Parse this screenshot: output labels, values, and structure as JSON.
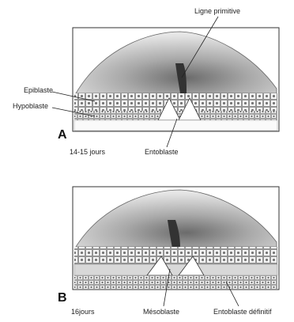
{
  "panel_a": {
    "letter": "A",
    "age": "14-15 jours",
    "labels": {
      "primitive_streak": "Ligne primitive",
      "epiblast": "Epiblaste",
      "hypoblast": "Hypoblaste",
      "entoblast": "Entoblaste"
    }
  },
  "panel_b": {
    "letter": "B",
    "age": "16jours",
    "labels": {
      "mesoblast": "Mésoblaste",
      "definitive_entoblast": "Entoblaste définitif"
    }
  }
}
